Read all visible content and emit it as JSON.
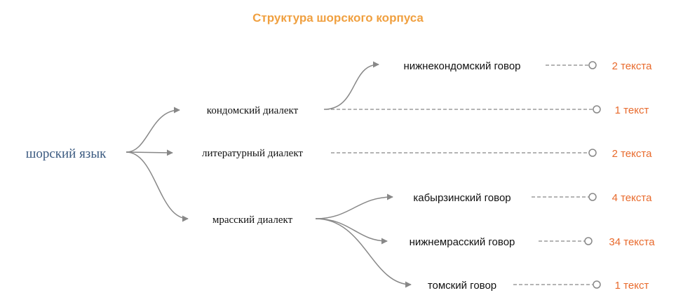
{
  "title": "Структура шорского корпуса",
  "root": {
    "label": "шорский язык"
  },
  "dialects": [
    {
      "id": "kondoma",
      "label": "кондомский диалект"
    },
    {
      "id": "literary",
      "label": "литературный диалект"
    },
    {
      "id": "mras",
      "label": "мрасский диалект"
    }
  ],
  "govors": [
    {
      "id": "nizhnekondoma",
      "label": "нижнекондомский говор",
      "parent": "kondoma"
    },
    {
      "id": "kabyrza",
      "label": "кабырзинский говор",
      "parent": "mras"
    },
    {
      "id": "nizhnemras",
      "label": "нижнемрасский говор",
      "parent": "mras"
    },
    {
      "id": "tomsk",
      "label": "томский говор",
      "parent": "mras"
    }
  ],
  "leaves": [
    {
      "from": "nizhnekondoma",
      "count": "2 текста"
    },
    {
      "from": "kondoma",
      "count": "1 текст"
    },
    {
      "from": "literary",
      "count": "2 текста"
    },
    {
      "from": "kabyrza",
      "count": "4 текста"
    },
    {
      "from": "nizhnemras",
      "count": "34 текста"
    },
    {
      "from": "tomsk",
      "count": "1 текст"
    }
  ],
  "colors": {
    "title": "#f0a040",
    "root": "#3b5a80",
    "count": "#e86a2c",
    "edge": "#888888"
  }
}
